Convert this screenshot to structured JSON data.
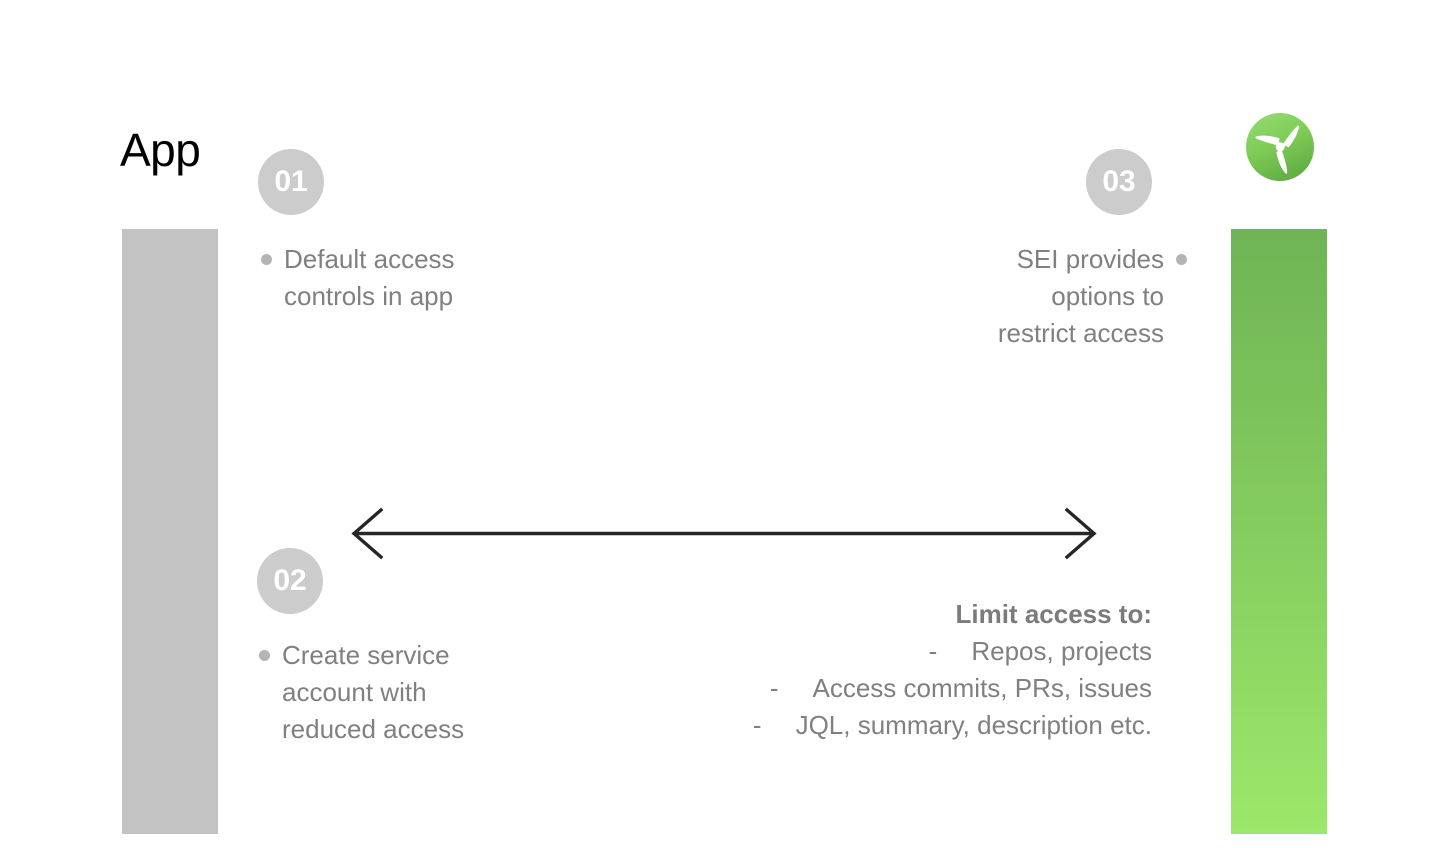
{
  "slide": {
    "title": "App",
    "background": "#ffffff"
  },
  "colors": {
    "gray_bar": "#c3c3c3",
    "green_bar_top": "#6fb455",
    "green_bar_bottom": "#9ce86a",
    "badge_fill": "#cccccc",
    "badge_text": "#ffffff",
    "body_text": "#808080",
    "bullet": "#b4b4b4",
    "arrow": "#262626",
    "title_text": "#000000"
  },
  "bars": {
    "left": {
      "label": "gray-column-bar"
    },
    "right": {
      "label": "green-gradient-column-bar"
    }
  },
  "logo": {
    "name": "propeller-logo",
    "circle_gradient_top": "#8fd96a",
    "circle_gradient_bottom": "#6cb84e",
    "blade_color": "#ffffff"
  },
  "steps": [
    {
      "number": "01",
      "align": "left",
      "text": "Default access\ncontrols in app"
    },
    {
      "number": "02",
      "align": "left",
      "text": "Create service\naccount with\nreduced access"
    },
    {
      "number": "03",
      "align": "right",
      "text": "SEI provides\noptions to\nrestrict access"
    }
  ],
  "limit_access": {
    "title": "Limit access to:",
    "dash": "-",
    "items": [
      "Repos, projects",
      "Access commits, PRs, issues",
      "JQL, summary, description etc."
    ]
  },
  "arrow": {
    "name": "double-headed-horizontal-arrow",
    "direction": "both"
  }
}
